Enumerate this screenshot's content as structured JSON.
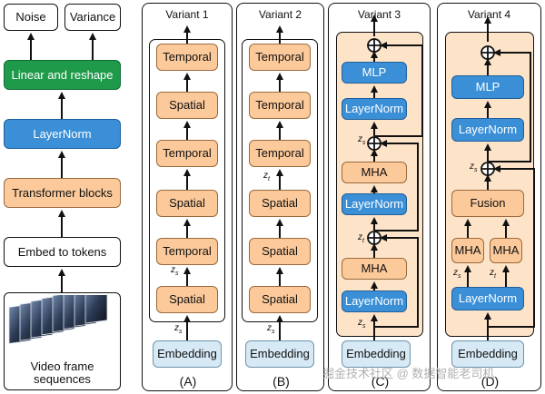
{
  "left": {
    "noise": "Noise",
    "variance": "Variance",
    "linear": "Linear and reshape",
    "layernorm": "LayerNorm",
    "transformer": "Transformer blocks",
    "embed": "Embed to tokens",
    "video": "Video frame sequences"
  },
  "variants": [
    {
      "title": "Variant 1",
      "caption": "(A)",
      "blocks": [
        "Temporal",
        "Spatial",
        "Temporal",
        "Spatial",
        "Temporal",
        "Spatial"
      ],
      "embedding": "Embedding"
    },
    {
      "title": "Variant 2",
      "caption": "(B)",
      "blocks": [
        "Temporal",
        "Temporal",
        "Temporal",
        "Spatial",
        "Spatial",
        "Spatial"
      ],
      "embedding": "Embedding"
    },
    {
      "title": "Variant 3",
      "caption": "(C)",
      "blocks": [
        "MLP",
        "LayerNorm",
        "MHA",
        "LayerNorm",
        "MHA",
        "LayerNorm"
      ],
      "embedding": "Embedding"
    },
    {
      "title": "Variant 4",
      "caption": "(D)",
      "blocks": [
        "MLP",
        "LayerNorm",
        "Fusion",
        "MHA",
        "MHA",
        "LayerNorm"
      ],
      "embedding": "Embedding"
    }
  ],
  "labels": {
    "zs": "z",
    "zs_sub": "s",
    "zt": "z",
    "zt_sub": "t"
  },
  "watermark": "掘金技术社区 @ 数据智能老司机",
  "colors": {
    "green": "#1f9a4a",
    "blue": "#3a8fd6",
    "orange": "#fbc99a",
    "embedding": "#d6e9f5"
  }
}
